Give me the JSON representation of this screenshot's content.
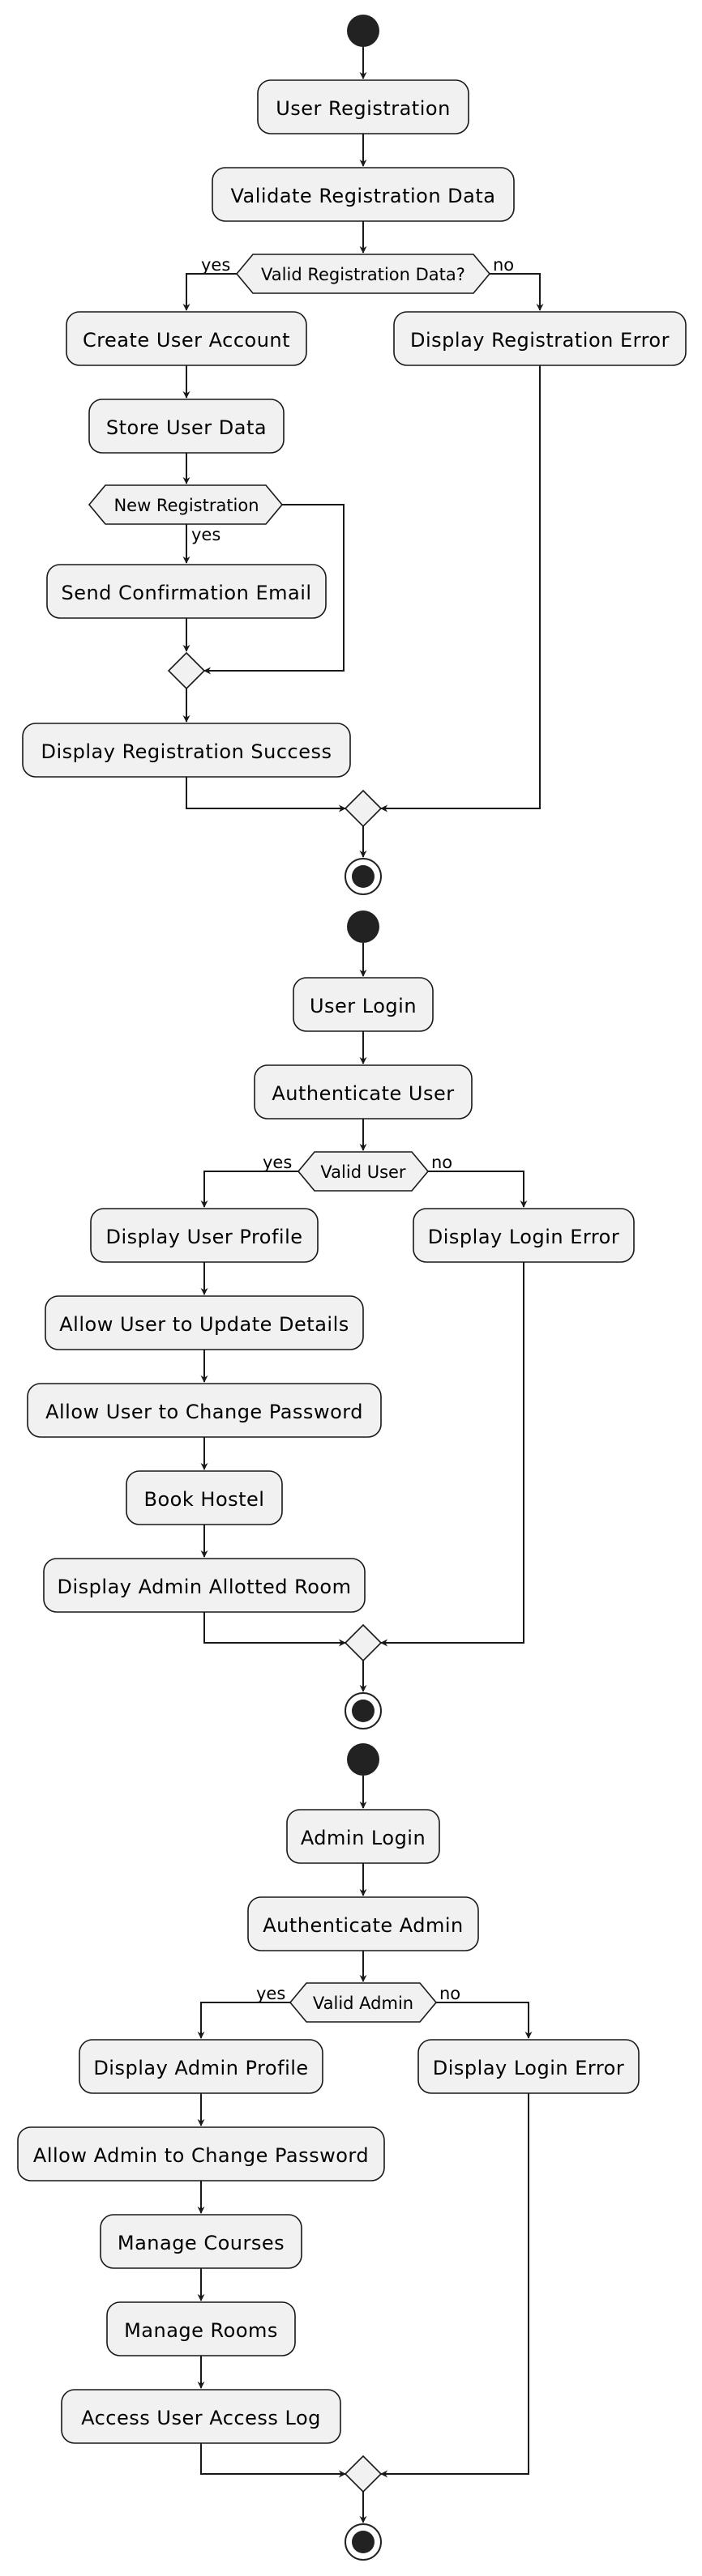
{
  "flows": [
    {
      "name": "registration",
      "actions": {
        "user_registration": "User Registration",
        "validate_registration_data": "Validate Registration Data",
        "create_user_account": "Create User Account",
        "display_registration_error": "Display Registration Error",
        "store_user_data": "Store User Data",
        "send_confirmation_email": "Send Confirmation Email",
        "display_registration_success": "Display Registration Success"
      },
      "decisions": {
        "valid_registration_data": "Valid Registration Data?",
        "new_registration": "New Registration"
      },
      "branch_labels": {
        "yes": "yes",
        "no": "no",
        "new_registration_yes": "yes"
      }
    },
    {
      "name": "user_login",
      "actions": {
        "user_login": "User Login",
        "authenticate_user": "Authenticate User",
        "display_user_profile": "Display User Profile",
        "display_login_error": "Display Login Error",
        "allow_user_update_details": "Allow User to Update Details",
        "allow_user_change_password": "Allow User to Change Password",
        "book_hostel": "Book Hostel",
        "display_admin_allotted_room": "Display Admin Allotted Room"
      },
      "decisions": {
        "valid_user": "Valid User"
      },
      "branch_labels": {
        "yes": "yes",
        "no": "no"
      }
    },
    {
      "name": "admin_login",
      "actions": {
        "admin_login": "Admin Login",
        "authenticate_admin": "Authenticate Admin",
        "display_admin_profile": "Display Admin Profile",
        "display_login_error": "Display Login Error",
        "allow_admin_change_password": "Allow Admin to Change Password",
        "manage_courses": "Manage Courses",
        "manage_rooms": "Manage Rooms",
        "access_user_access_log": "Access User Access Log"
      },
      "decisions": {
        "valid_admin": "Valid Admin"
      },
      "branch_labels": {
        "yes": "yes",
        "no": "no"
      }
    }
  ]
}
